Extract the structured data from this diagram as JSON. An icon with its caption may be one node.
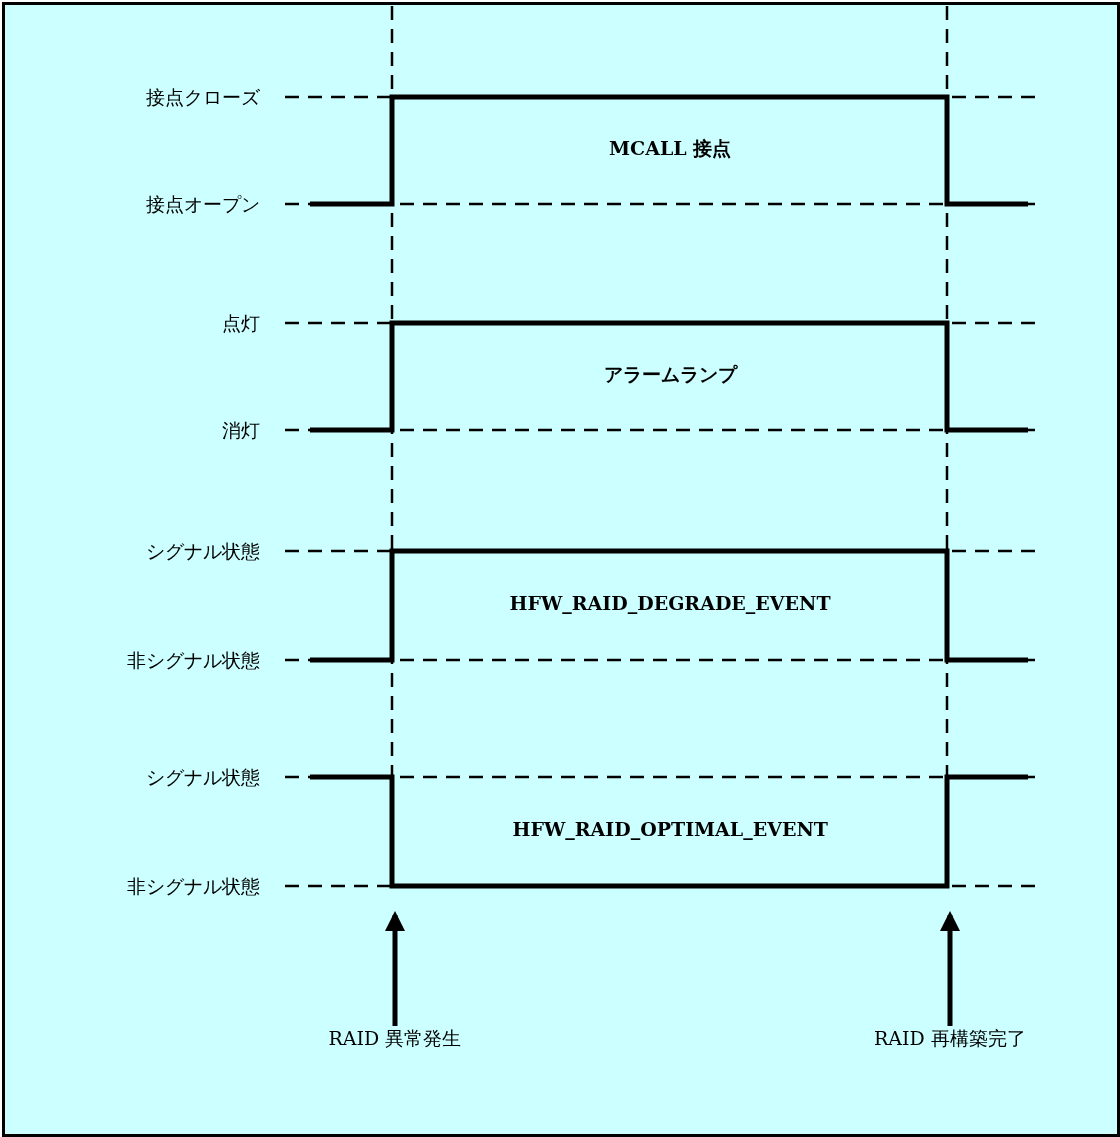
{
  "diagram": {
    "nodes": [
      {
        "text": [
          "RAID 異常発生"
        ]
      },
      {
        "text": [
          "RAID 再構築完了"
        ]
      }
    ],
    "edges": [
      {
        "from": 0,
        "to": null,
        "arrow": "to"
      },
      {
        "from": 1,
        "to": null,
        "arrow": "to"
      }
    ],
    "labels": [
      "接点クローズ",
      "MCALL 接点",
      "接点オープン",
      "点灯",
      "アラームランプ",
      "消灯",
      "シグナル状態",
      "HFW_RAID_DEGRADE_EVENT",
      "非シグナル状態",
      "シグナル状態",
      "HFW_RAID_OPTIMAL_EVENT",
      "非シグナル状態"
    ]
  }
}
